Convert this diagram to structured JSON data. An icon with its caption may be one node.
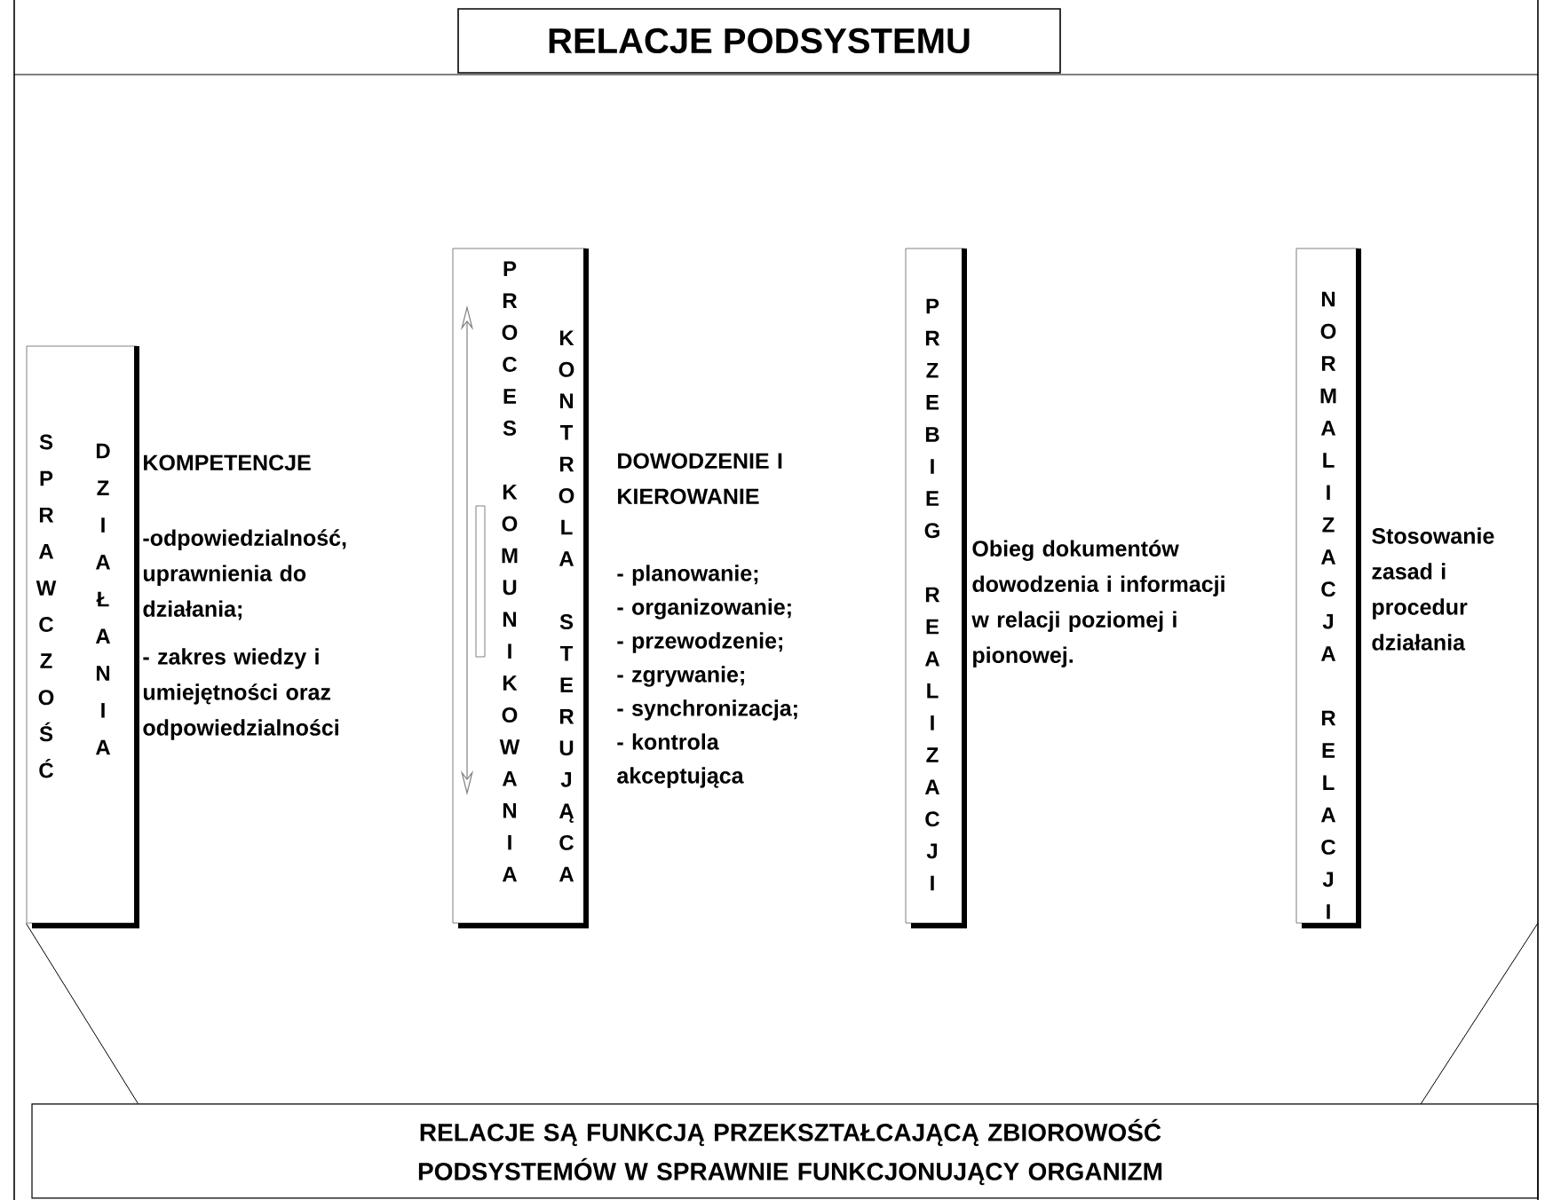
{
  "diagram": {
    "title": "RELACJE PODSYSTEMU",
    "nodes": [
      {
        "text": [
          "SPRAWCZOŚĆ",
          "DZIAŁANIA"
        ],
        "beside": [
          "KOMPETENCJE",
          "-odpowiedzialność, uprawnienia do działania;",
          "- zakres wiedzy i umiejętności oraz odpowiedzialności"
        ]
      },
      {
        "text": [
          "PROCES KOMUNIKOWANIA",
          "KONTROLA STERUJĄCA"
        ],
        "beside": [
          "DOWODZENIE I KIEROWANIE",
          "- planowanie;",
          "- organizowanie;",
          "- przewodzenie;",
          "- zgrywanie;",
          "- synchronizacja;",
          "- kontrola akceptująca"
        ]
      },
      {
        "text": [
          "PRZEBIEG REALIZACJI"
        ],
        "beside": [
          "Obieg dokumentów dowodzenia i informacji w relacji poziomej i pionowej."
        ]
      },
      {
        "text": [
          "NORMALIZACJA RELACJI"
        ],
        "beside": [
          "Stosowanie zasad i procedur działania"
        ]
      },
      {
        "text": [
          "RELACJE SĄ FUNKCJĄ PRZEKSZTAŁCAJĄCĄ ZBIOROWOŚĆ PODSYSTEMÓW W SPRAWNIE FUNKCJONUJĄCY ORGANIZM"
        ]
      }
    ],
    "edges": [
      {
        "from": 0,
        "to": 4,
        "arrow": "none"
      }
    ]
  }
}
